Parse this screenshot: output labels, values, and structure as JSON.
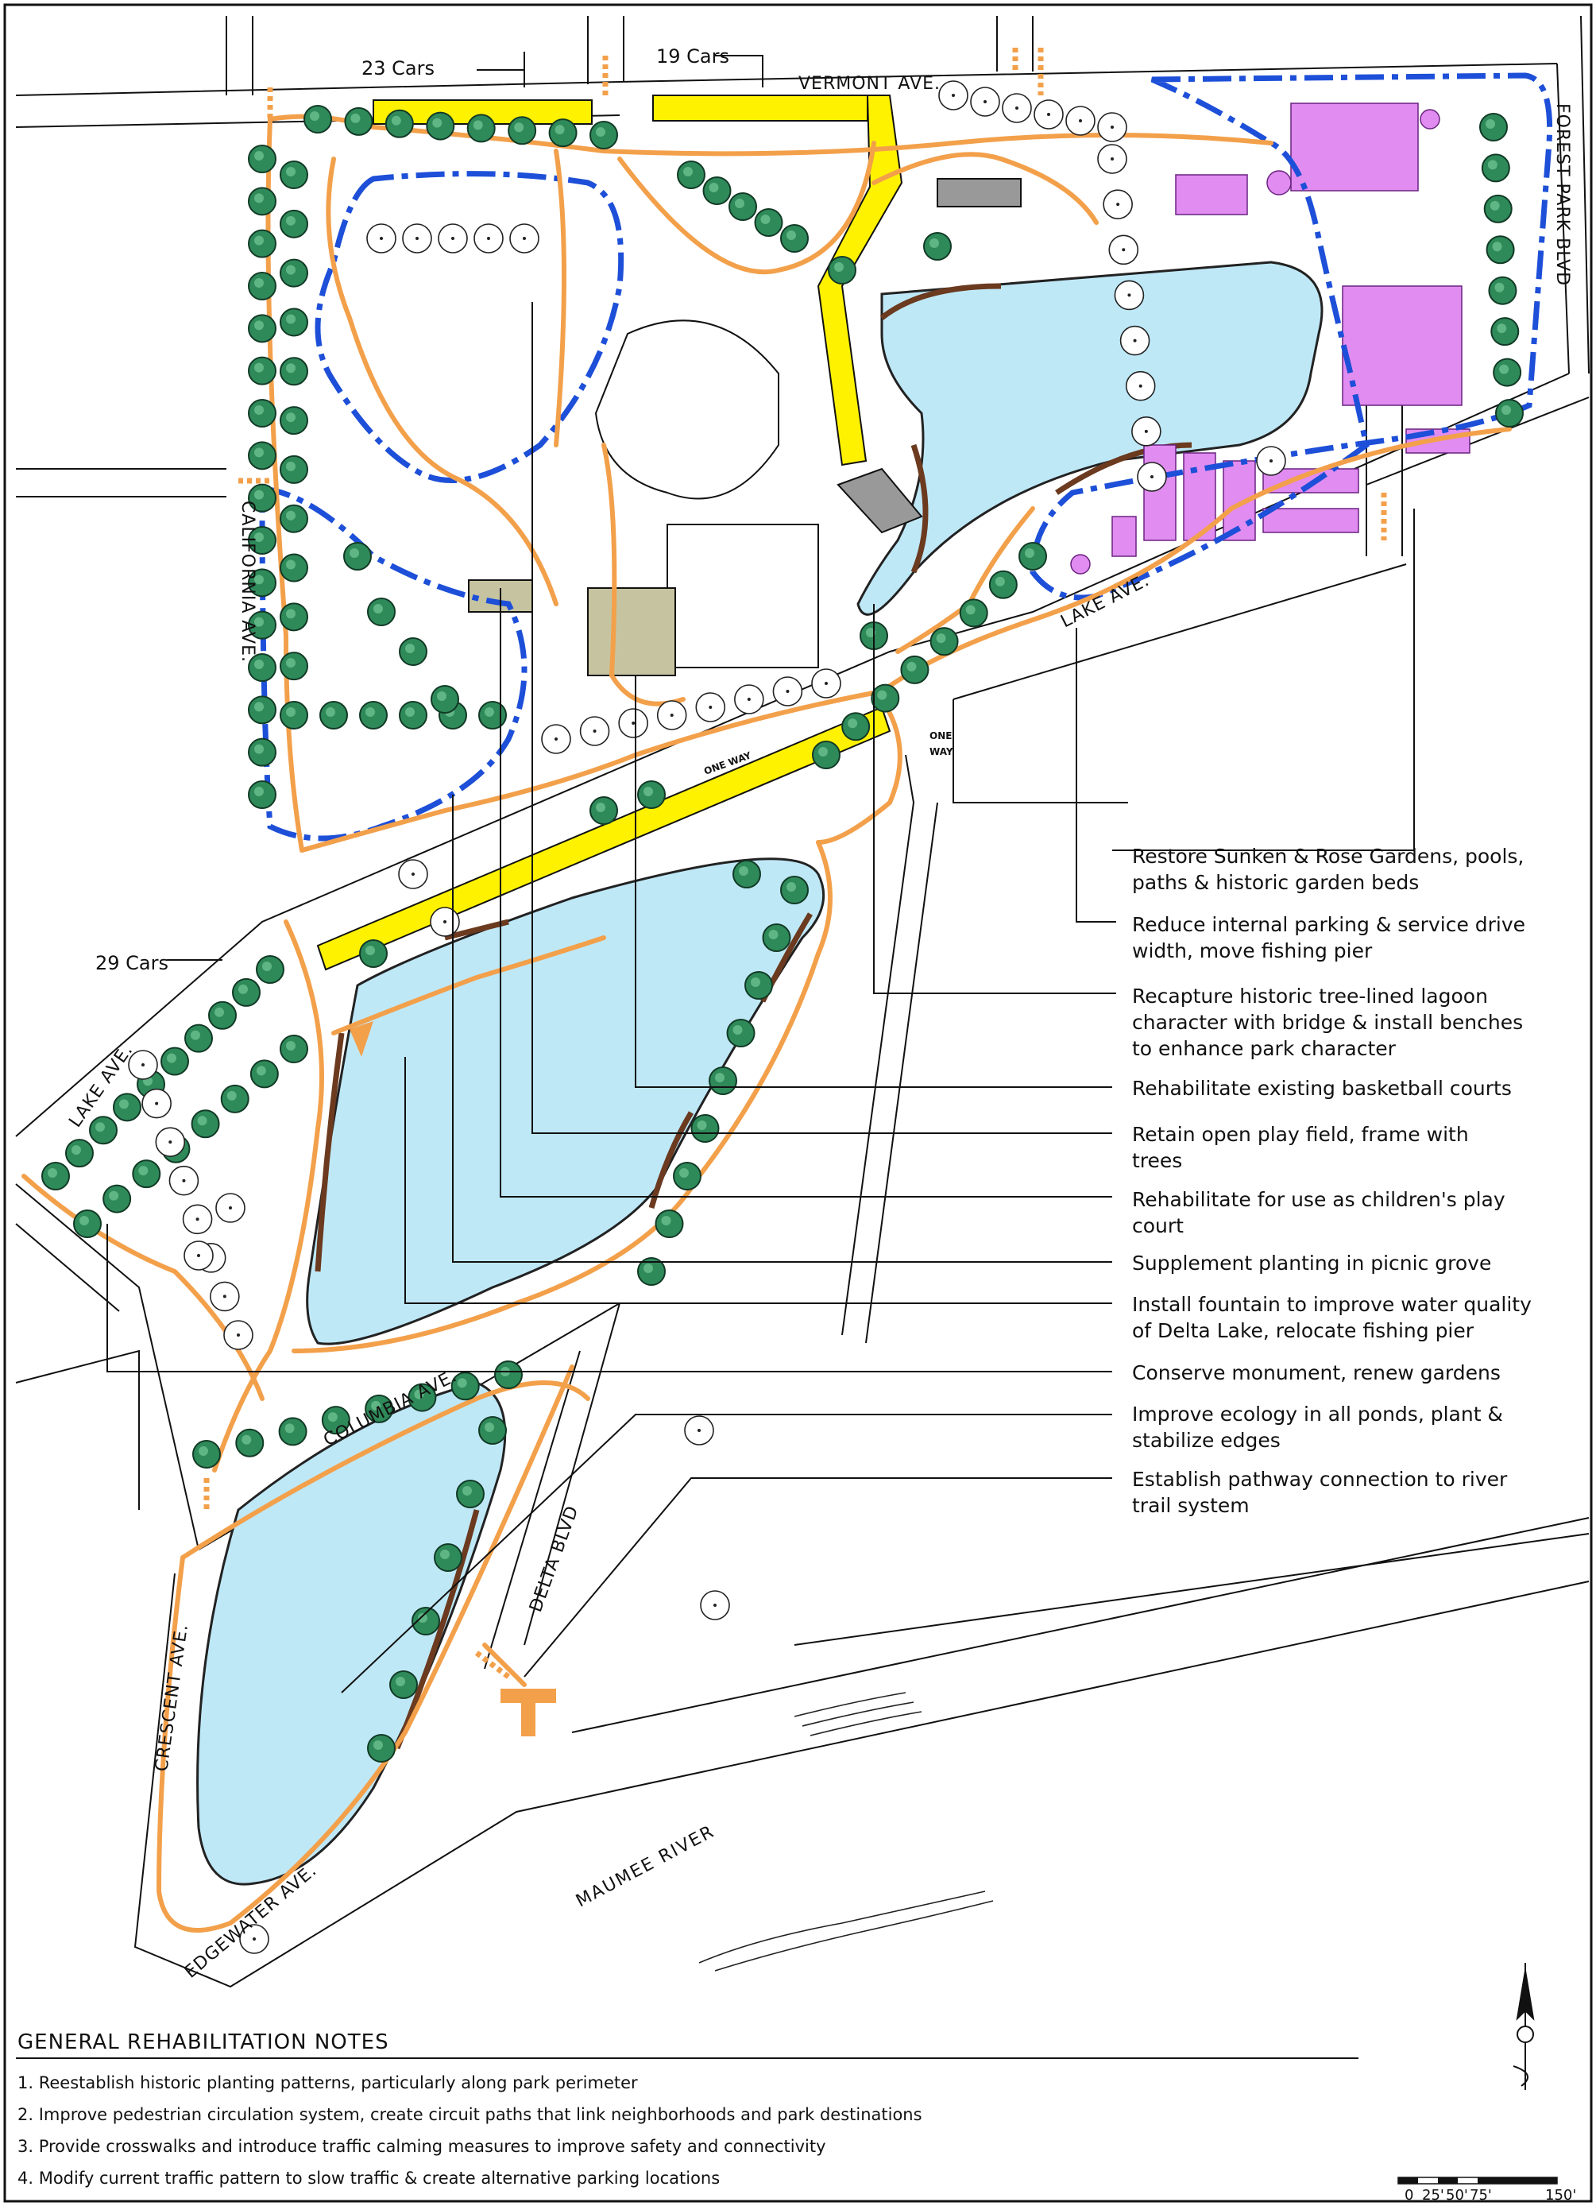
{
  "parking_labels": {
    "north_west": "23 Cars",
    "north_east": "19 Cars",
    "south_west": "29 Cars"
  },
  "streets": {
    "vermont": "VERMONT AVE.",
    "forest_park": "FOREST PARK BLVD",
    "california": "CALIFORNIA AVE.",
    "lake_east": "LAKE AVE.",
    "lake_west": "LAKE AVE.",
    "columbia": "COLUMBIA AVE.",
    "delta": "DELTA BLVD",
    "crescent": "CRESCENT AVE.",
    "edgewater": "EDGEWATER AVE.",
    "river": "MAUMEE RIVER",
    "one_way_road": "ONE WAY",
    "one_way_sign_1": "ONE",
    "one_way_sign_2": "WAY"
  },
  "callouts": [
    {
      "id": "gardens",
      "lines": [
        "Restore Sunken & Rose Gardens, pools,",
        "paths & historic garden beds"
      ]
    },
    {
      "id": "parking",
      "lines": [
        "Reduce internal parking & service drive",
        "width, move fishing pier"
      ]
    },
    {
      "id": "lagoon",
      "lines": [
        "Recapture historic tree-lined lagoon",
        "character with bridge & install benches",
        "to enhance park character"
      ]
    },
    {
      "id": "basketball",
      "lines": [
        "Rehabilitate existing basketball courts"
      ]
    },
    {
      "id": "playfield",
      "lines": [
        "Retain open play field, frame with",
        "trees"
      ]
    },
    {
      "id": "playcourt",
      "lines": [
        "Rehabilitate for use as children's play",
        "court"
      ]
    },
    {
      "id": "picnic",
      "lines": [
        "Supplement planting in picnic grove"
      ]
    },
    {
      "id": "fountain",
      "lines": [
        "Install fountain to improve water quality",
        "of Delta Lake, relocate fishing pier"
      ]
    },
    {
      "id": "monument",
      "lines": [
        "Conserve monument, renew gardens"
      ]
    },
    {
      "id": "ecology",
      "lines": [
        "Improve ecology in all ponds, plant &",
        "stabilize edges"
      ]
    },
    {
      "id": "pathway",
      "lines": [
        "Establish pathway connection to river",
        "trail system"
      ]
    }
  ],
  "notes": {
    "title": "GENERAL REHABILITATION NOTES",
    "items": [
      "1. Reestablish historic planting patterns, particularly along park perimeter",
      "2. Improve pedestrian circulation system, create circuit paths that link neighborhoods and park destinations",
      "3. Provide crosswalks and introduce traffic calming measures to improve safety and connectivity",
      "4. Modify current traffic pattern to slow traffic & create alternative parking locations"
    ]
  },
  "scale_bar": {
    "ticks": [
      "0",
      "25'",
      "50'",
      "75'",
      "150'"
    ]
  },
  "colors": {
    "path": "#f3a04b",
    "lake": "#bfe8f7",
    "parking": "#fff200",
    "boundary": "#1d4fd8",
    "garden": "#e08cf0",
    "tree": "#2f8a5a",
    "shore": "#6b3a1f"
  }
}
